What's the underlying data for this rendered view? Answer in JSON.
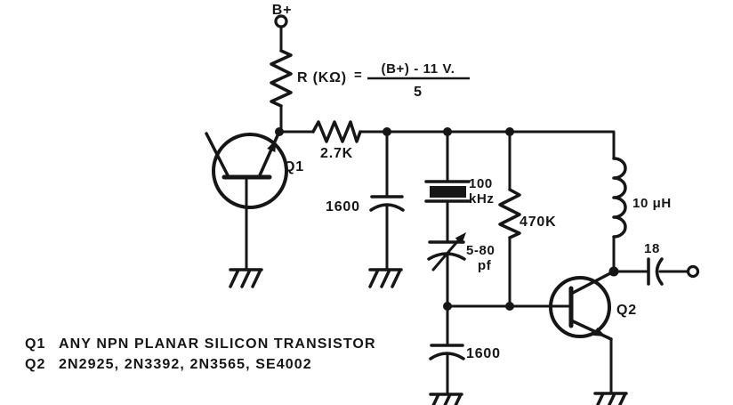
{
  "colors": {
    "ink": "#161616",
    "paper": "#ffffff"
  },
  "power_rail": {
    "label": "B+"
  },
  "formula": {
    "lhs": "R (KΩ)",
    "equals": "=",
    "numerator": "(B+) - 11 V.",
    "denominator": "5"
  },
  "components": {
    "q1": {
      "ref": "Q1"
    },
    "r_base": {
      "value": "2.7K"
    },
    "c_bypass": {
      "value": "1600"
    },
    "crystal": {
      "value": "100",
      "unit": "kHz"
    },
    "varicap": {
      "value": "5-80",
      "unit": "pf"
    },
    "r_bias": {
      "value": "470K"
    },
    "inductor": {
      "value": "10 μH"
    },
    "c_output": {
      "value": "18"
    },
    "q2": {
      "ref": "Q2"
    },
    "c_emitter": {
      "value": "1600"
    }
  },
  "notes": [
    {
      "ref": "Q1",
      "text": "ANY NPN PLANAR SILICON TRANSISTOR"
    },
    {
      "ref": "Q2",
      "text": "2N2925, 2N3392, 2N3565, SE4002"
    }
  ]
}
